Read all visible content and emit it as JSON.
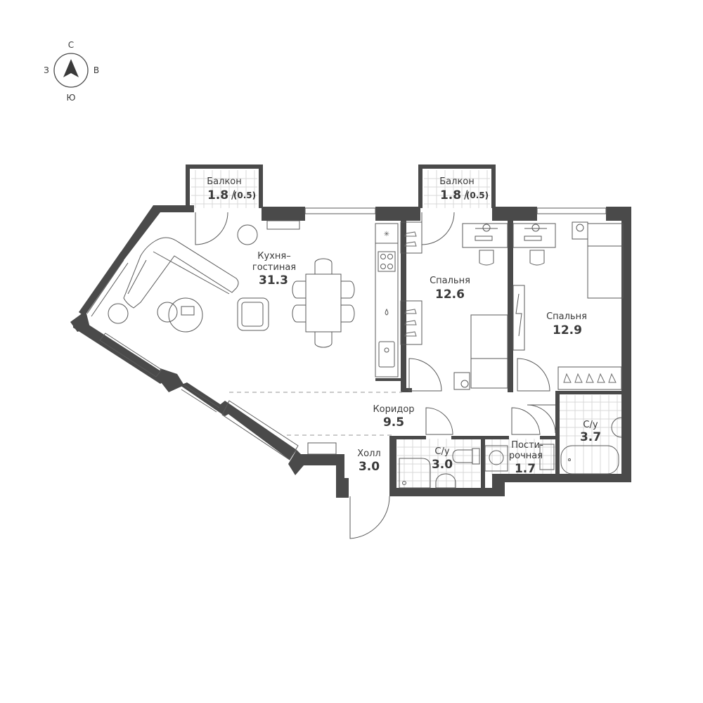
{
  "compass": {
    "north": "С",
    "west": "З",
    "east": "В",
    "south": "Ю",
    "icon": "north-arrow-icon"
  },
  "rooms": [
    {
      "id": "balcony-1",
      "name": "Балкон",
      "area": "1.8",
      "area_note": "(0.5)"
    },
    {
      "id": "balcony-2",
      "name": "Балкон",
      "area": "1.8",
      "area_note": "(0.5)"
    },
    {
      "id": "kitchen-living",
      "name_line1": "Кухня–",
      "name_line2": "гостиная",
      "area": "31.3"
    },
    {
      "id": "bedroom-1",
      "name": "Спальня",
      "area": "12.6"
    },
    {
      "id": "bedroom-2",
      "name": "Спальня",
      "area": "12.9"
    },
    {
      "id": "corridor",
      "name": "Коридор",
      "area": "9.5"
    },
    {
      "id": "hall",
      "name": "Холл",
      "area": "3.0"
    },
    {
      "id": "bathroom-1",
      "name": "С/у",
      "area": "3.0"
    },
    {
      "id": "laundry",
      "name_line1": "Пости-",
      "name_line2": "рочная",
      "area": "1.7"
    },
    {
      "id": "bathroom-2",
      "name": "С/у",
      "area": "3.7"
    }
  ],
  "colors": {
    "wall": "#4a4a4a",
    "line": "#5a5a5a",
    "tile": "#d8d8d8",
    "text": "#3a3a3a"
  }
}
